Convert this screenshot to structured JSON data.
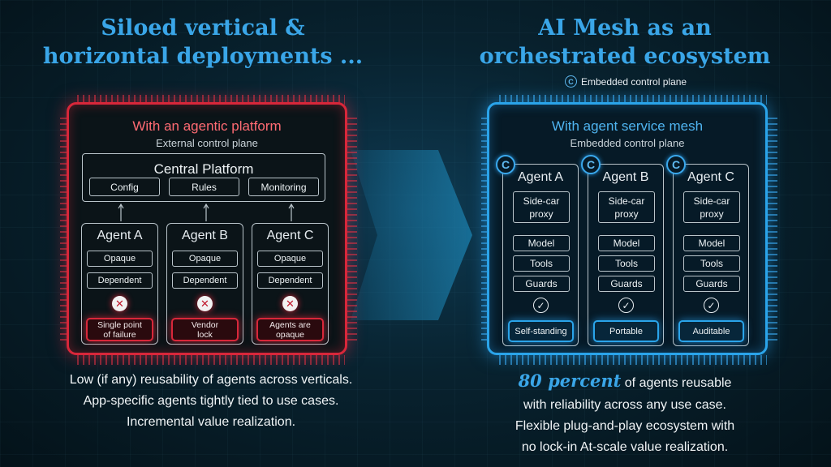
{
  "left": {
    "title_line1": "Siloed vertical &",
    "title_line2": "horizontal deployments ...",
    "panel_title": "With an agentic platform",
    "panel_subtitle": "External control plane",
    "central_title": "Central Platform",
    "central_modules": [
      "Config",
      "Rules",
      "Monitoring"
    ],
    "agents": [
      {
        "name": "Agent A",
        "tags": [
          "Opaque",
          "Dependent"
        ],
        "issue_line1": "Single point",
        "issue_line2": "of failure"
      },
      {
        "name": "Agent B",
        "tags": [
          "Opaque",
          "Dependent"
        ],
        "issue_line1": "Vendor",
        "issue_line2": "lock"
      },
      {
        "name": "Agent C",
        "tags": [
          "Opaque",
          "Dependent"
        ],
        "issue_line1": "Agents are",
        "issue_line2": "opaque"
      }
    ],
    "status_icon": "✕",
    "bottom_lines": [
      "Low (if any) reusability of agents across verticals.",
      "App-specific agents tightly tied to use cases.",
      "Incremental value realization."
    ]
  },
  "right": {
    "title_line1": "AI Mesh as an",
    "title_line2": "orchestrated ecosystem",
    "legend_symbol": "C",
    "legend_label": "Embedded control plane",
    "panel_title": "With agent service mesh",
    "panel_subtitle": "Embedded control plane",
    "agents": [
      {
        "name": "Agent A",
        "proxy_line1": "Side-car",
        "proxy_line2": "proxy",
        "components": [
          "Model",
          "Tools",
          "Guards"
        ],
        "quality": "Self-standing"
      },
      {
        "name": "Agent B",
        "proxy_line1": "Side-car",
        "proxy_line2": "proxy",
        "components": [
          "Model",
          "Tools",
          "Guards"
        ],
        "quality": "Portable"
      },
      {
        "name": "Agent C",
        "proxy_line1": "Side-car",
        "proxy_line2": "proxy",
        "components": [
          "Model",
          "Tools",
          "Guards"
        ],
        "quality": "Auditable"
      }
    ],
    "status_icon": "✓",
    "highlight": "80 percent",
    "bottom_line1_rest": " of agents reusable",
    "bottom_lines": [
      "with reliability across any use case.",
      "Flexible plug-and-play ecosystem with",
      "no lock-in At-scale value realization."
    ]
  },
  "icons": {
    "control_plane_marker": "circle-c-icon",
    "failure_marker": "x-circle-icon",
    "success_marker": "check-circle-icon"
  },
  "colors": {
    "accent_blue": "#2aa4ea",
    "accent_red": "#d8273a",
    "title_blue": "#3aa6e8"
  }
}
